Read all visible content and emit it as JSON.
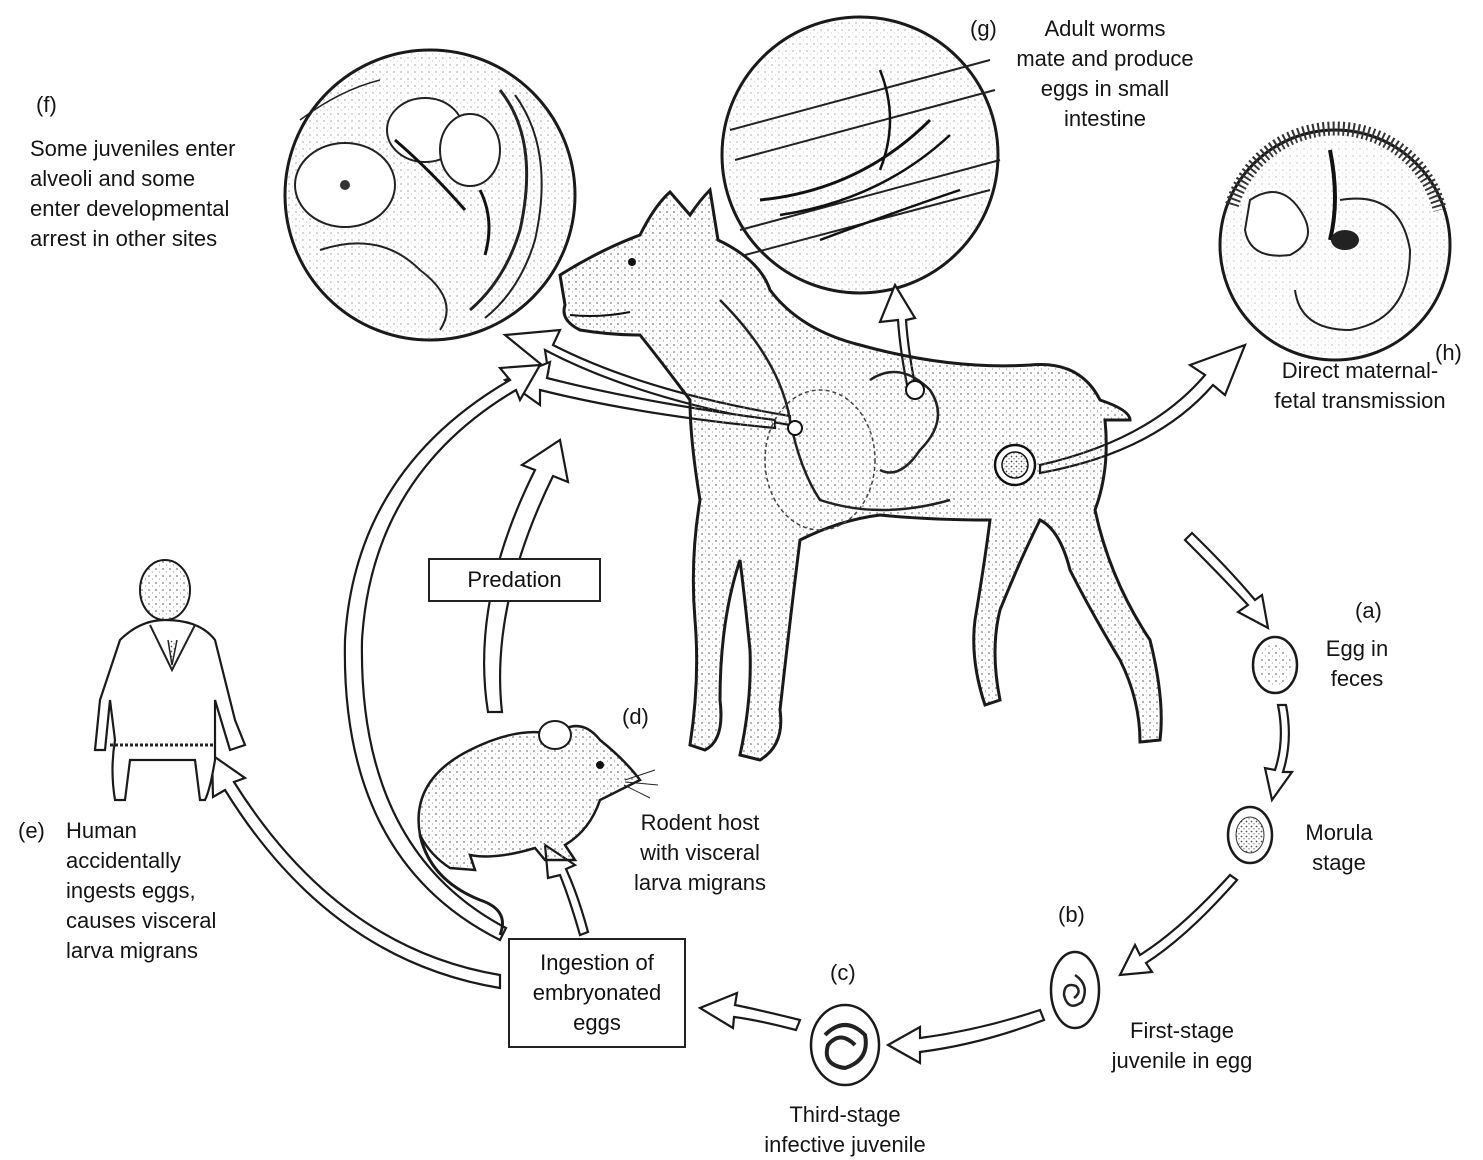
{
  "labels": {
    "f_tag": "(f)",
    "f_text": "Some juveniles enter\nalveoli and some\nenter developmental\narrest in other sites",
    "g_tag": "(g)",
    "g_text": "Adult worms\nmate and produce\neggs in small\nintestine",
    "h_tag": "(h)",
    "h_text": "Direct maternal-\nfetal transmission",
    "a_tag": "(a)",
    "a_text": "Egg in\nfeces",
    "morula_text": "Morula\nstage",
    "b_tag": "(b)",
    "b_text": "First-stage\njuvenile in egg",
    "c_tag": "(c)",
    "c_text": "Third-stage\ninfective juvenile",
    "d_tag": "(d)",
    "d_text": "Rodent host\nwith visceral\nlarva migrans",
    "e_tag": "(e)",
    "e_text": "Human\naccidentally\ningests eggs,\ncauses visceral\nlarva migrans"
  },
  "boxes": {
    "predation": "Predation",
    "ingestion": "Ingestion of\nembryonated\neggs"
  },
  "colors": {
    "ink": "#1a1a1a",
    "stipple": "#bdbdbd",
    "fill": "#ffffff"
  }
}
